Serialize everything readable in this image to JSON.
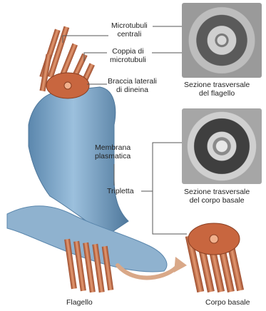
{
  "labels": {
    "microtubuli_centrali": [
      "Microtubuli",
      "centrali"
    ],
    "coppia_microtubuli": [
      "Coppia di",
      "microtubuli"
    ],
    "braccia_dineina": [
      "Braccia laterali",
      "di dineina"
    ],
    "sezione_flagello": [
      "Sezione trasversale",
      "del flagello"
    ],
    "membrana": [
      "Membrana",
      "plasmatica"
    ],
    "tripletta": "Tripletta",
    "sezione_corpo": [
      "Sezione trasversale",
      "del corpo basale"
    ],
    "flagello": "Flagello",
    "corpo_basale": "Corpo basale"
  },
  "colors": {
    "tube": "#d6784e",
    "tube_dark": "#9b4a2b",
    "membrane": "#7fa6c8",
    "membrane_dark": "#5b87ad",
    "line": "#555555"
  }
}
